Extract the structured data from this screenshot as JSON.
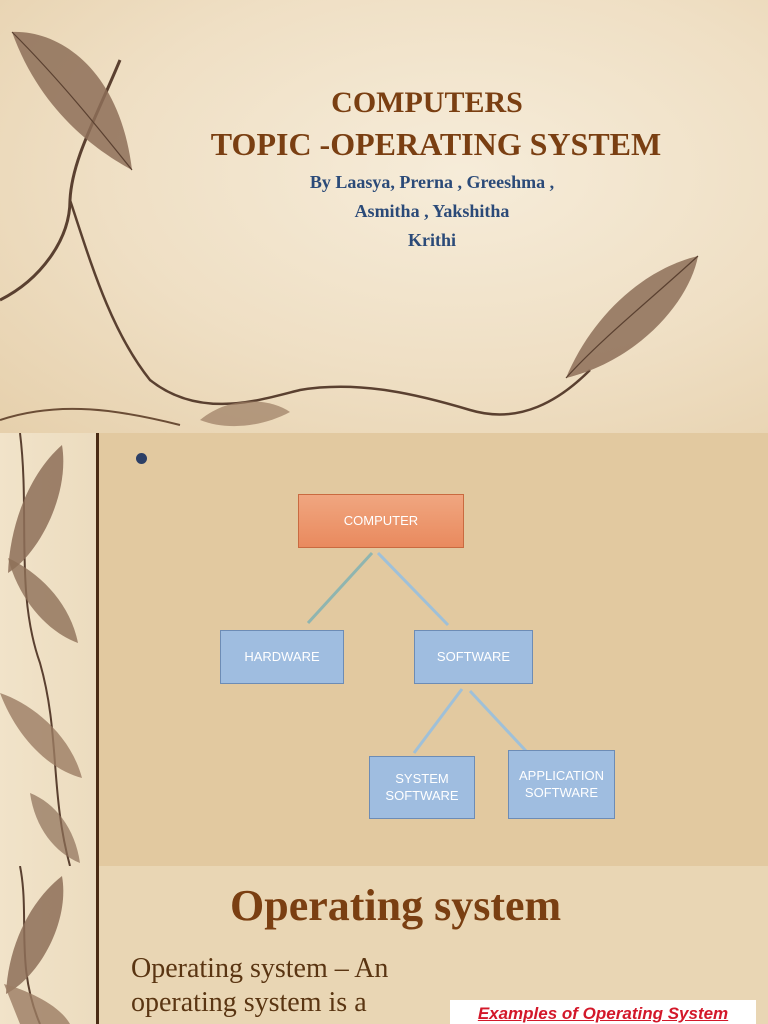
{
  "slide1": {
    "title": "COMPUTERS",
    "subtitle": "TOPIC -OPERATING SYSTEM",
    "authors": [
      "By Laasya, Prerna , Greeshma ,",
      "Asmitha , Yakshitha",
      "Krithi"
    ]
  },
  "slide2": {
    "diagram": {
      "root": "COMPUTER",
      "level1": [
        "HARDWARE",
        "SOFTWARE"
      ],
      "level2": [
        "SYSTEM SOFTWARE",
        "APPLICATION SOFTWARE"
      ]
    }
  },
  "slide3": {
    "heading": "Operating system",
    "body": "Operating system – An operating system is a",
    "examples_label": "Examples of Operating System"
  },
  "colors": {
    "title": "#7a3f12",
    "authors": "#2b4a78",
    "root_node": "#ea8f63",
    "child_node": "#9fbde0",
    "examples_text": "#d3182a"
  }
}
